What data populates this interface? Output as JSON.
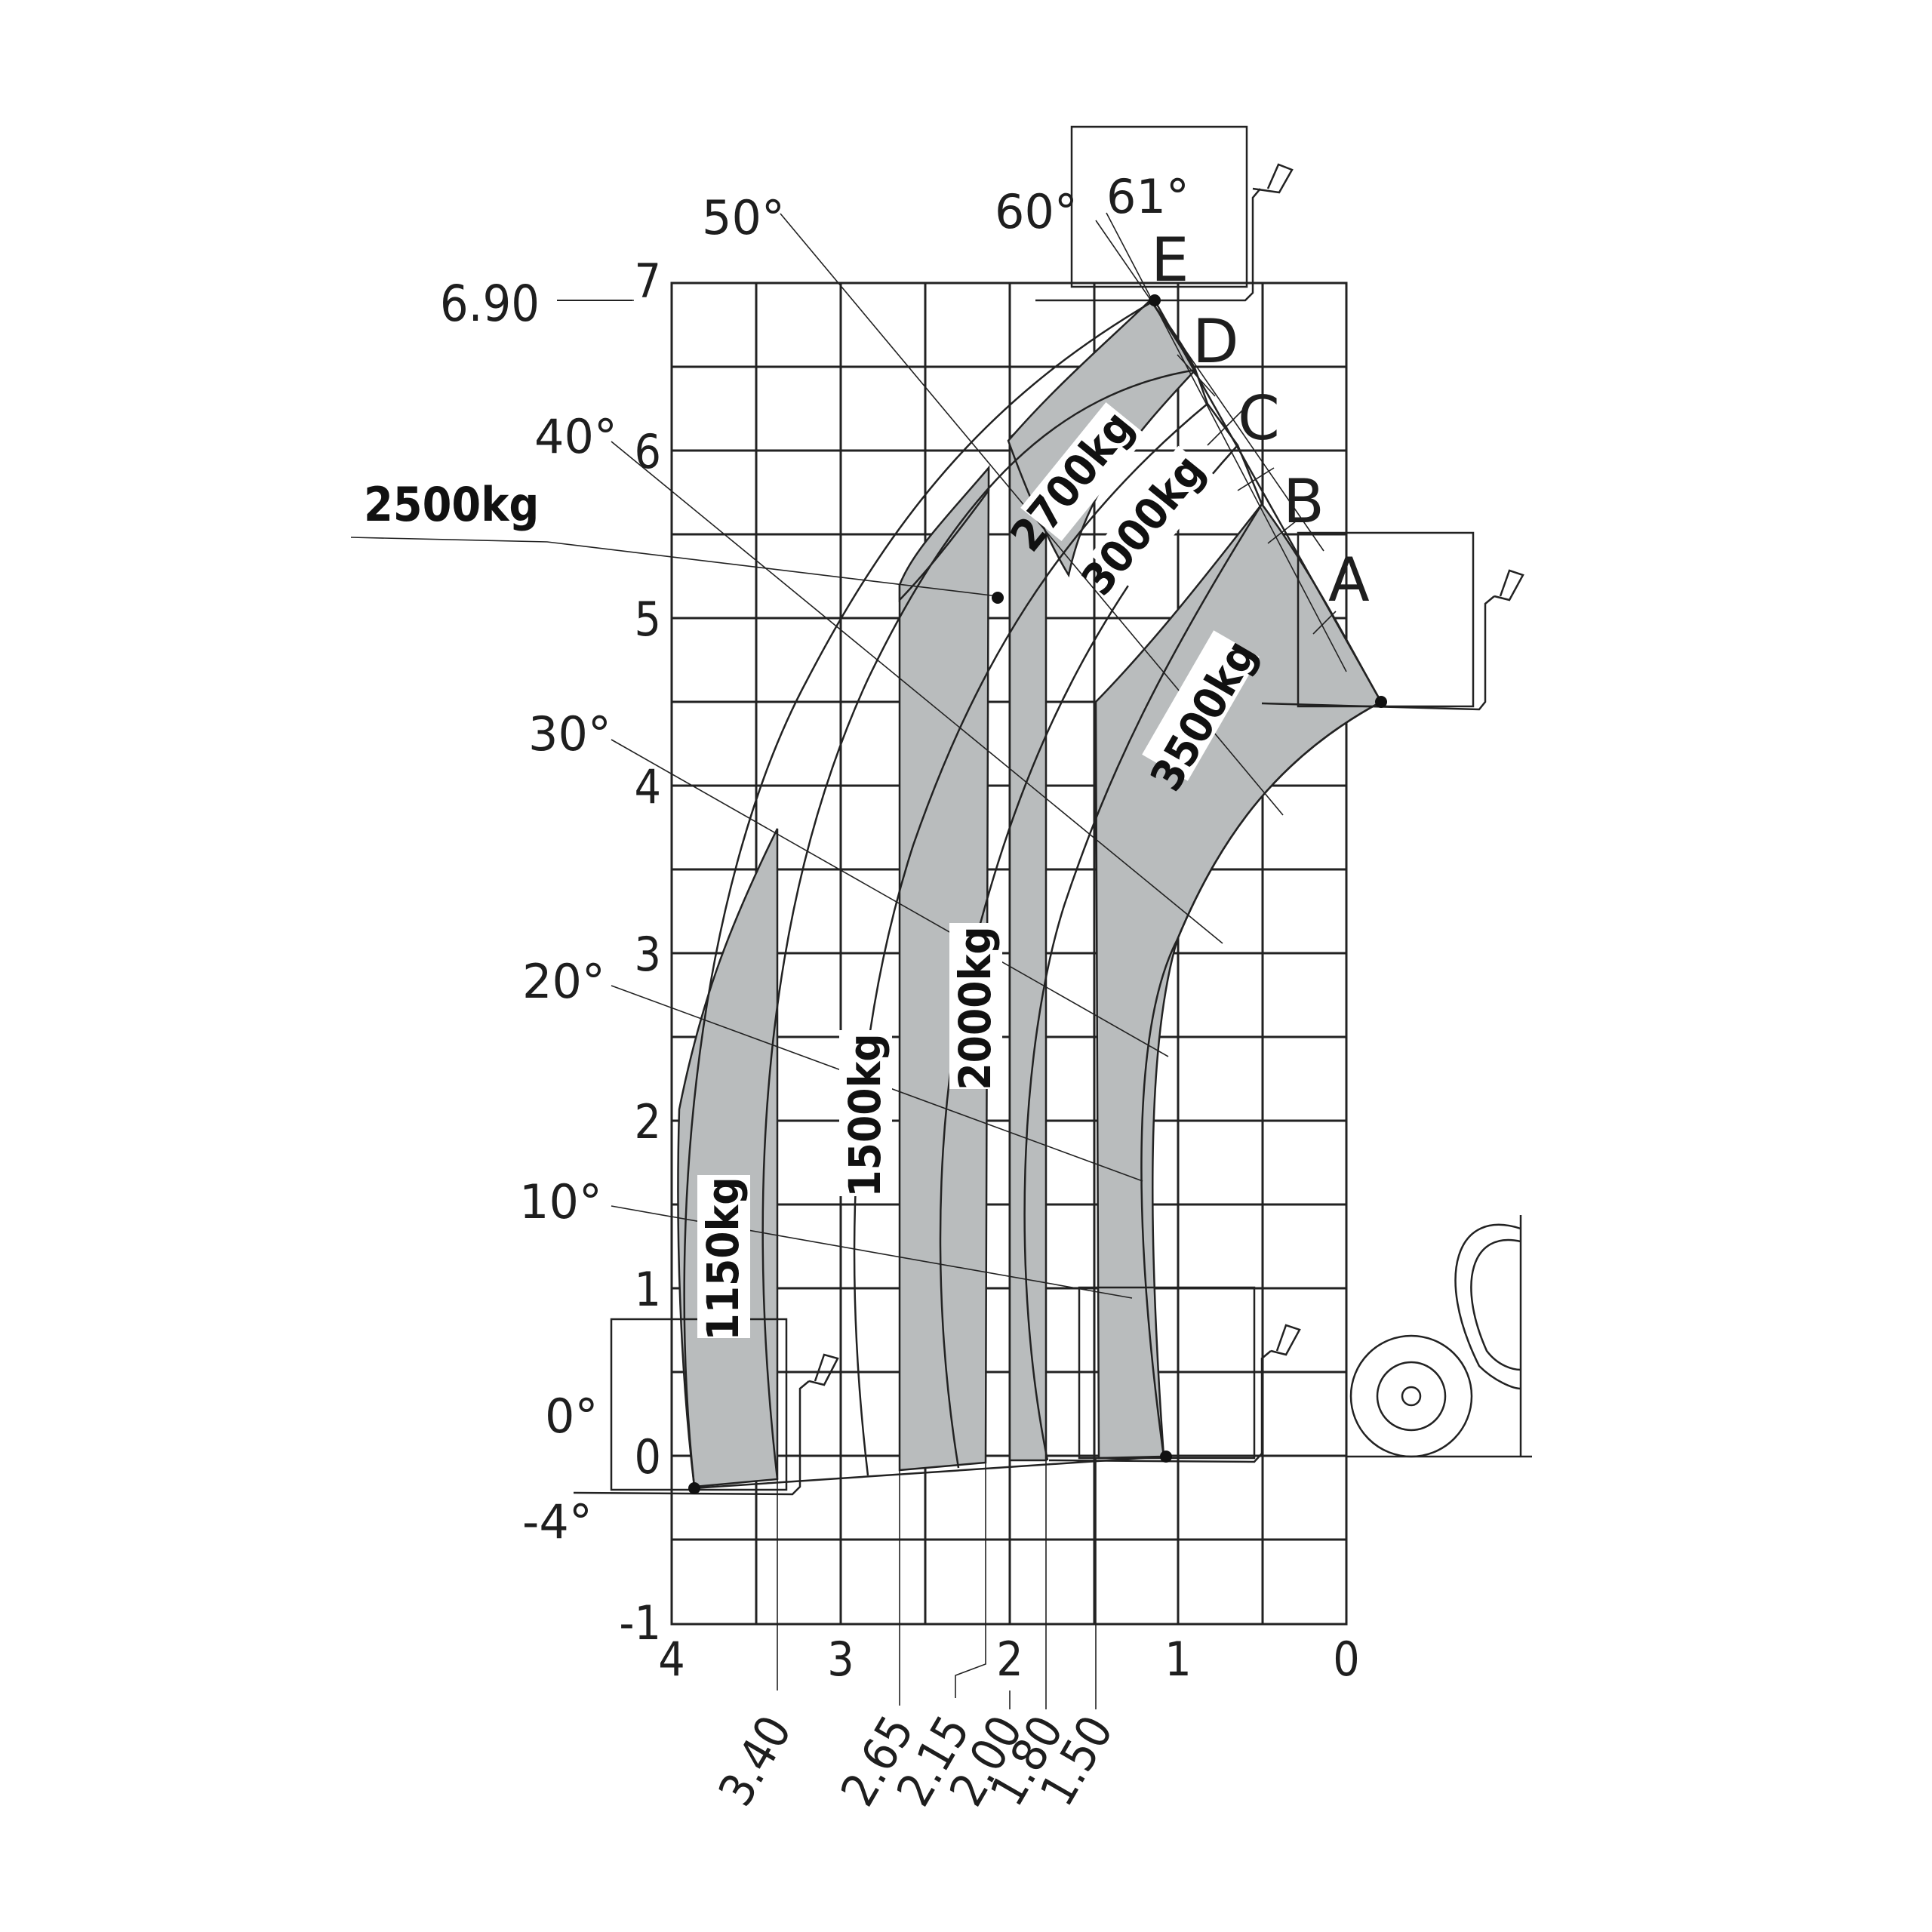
{
  "colors": {
    "zone_fill": "#b9bcbd",
    "line": "#222222",
    "label_bg": "#ffffff"
  },
  "axes": {
    "x": {
      "range": [
        4,
        0
      ],
      "ticks": [
        "4",
        "3",
        "2",
        "1",
        "0"
      ]
    },
    "y": {
      "range": [
        -1,
        7
      ],
      "ticks": [
        "-1",
        "0",
        "1",
        "2",
        "3",
        "4",
        "5",
        "6",
        "7"
      ]
    },
    "grid": true
  },
  "x_markers": [
    "3.40",
    "2.65",
    "2.15",
    "2.00",
    "1.80",
    "1.50"
  ],
  "height_marker": "6.90",
  "angles": [
    "50°",
    "60°",
    "61°",
    "40°",
    "30°",
    "20°",
    "10°",
    "0°",
    "-4°"
  ],
  "points": [
    "E",
    "D",
    "C",
    "B",
    "A"
  ],
  "loads": [
    "2700kg",
    "3000kg",
    "3500kg",
    "2000kg",
    "1500kg",
    "1150kg",
    "2500kg"
  ],
  "icons": [
    "fork-carriage-icon",
    "telehandler-wheel-icon"
  ]
}
